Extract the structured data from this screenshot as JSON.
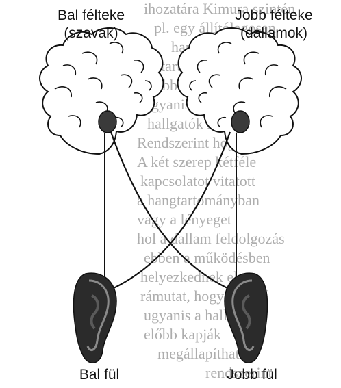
{
  "labels": {
    "left_hemisphere": [
      "Bal félteke",
      "(szavak)"
    ],
    "right_hemisphere": [
      "Jobb félteke",
      "(dallamok)"
    ],
    "left_ear": "Bal fül",
    "right_ear": "Jobb fül"
  }
}
